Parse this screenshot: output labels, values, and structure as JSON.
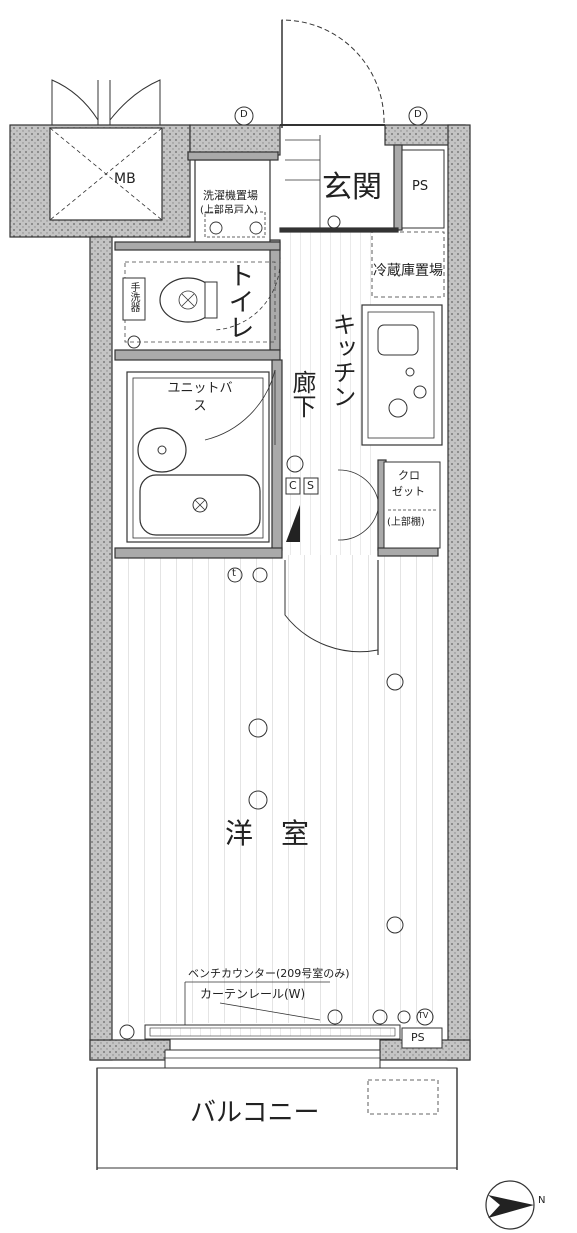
{
  "rooms": {
    "entrance": "玄関",
    "ps_top": "PS",
    "mb": "MB",
    "washer": "洗濯機置場",
    "washer_note": "(上部吊戸入)",
    "fridge": "冷蔵庫置場",
    "toilet": "トイレ",
    "kitchen": "キッチン",
    "corridor": "廊下",
    "unit_bath": "ユニットバス",
    "closet_line1": "クロ",
    "closet_line2": "ゼット",
    "closet_note": "(上部棚)",
    "washbasin": "手洗器",
    "western_room": "洋　室",
    "bench_counter": "ベンチカウンター(209号室のみ)",
    "curtain_rail": "カーテンレール(W)",
    "ps_bottom": "PS",
    "balcony": "バルコニー"
  },
  "marks": {
    "d_left": "D",
    "d_right": "D",
    "c": "C",
    "s": "S",
    "t": "t",
    "tv": "TV"
  },
  "north_label": "N",
  "colors": {
    "wall_fill": "#bdbdbd",
    "wall_stroke": "#333333",
    "floor_stripe": "#d6d6d6"
  }
}
